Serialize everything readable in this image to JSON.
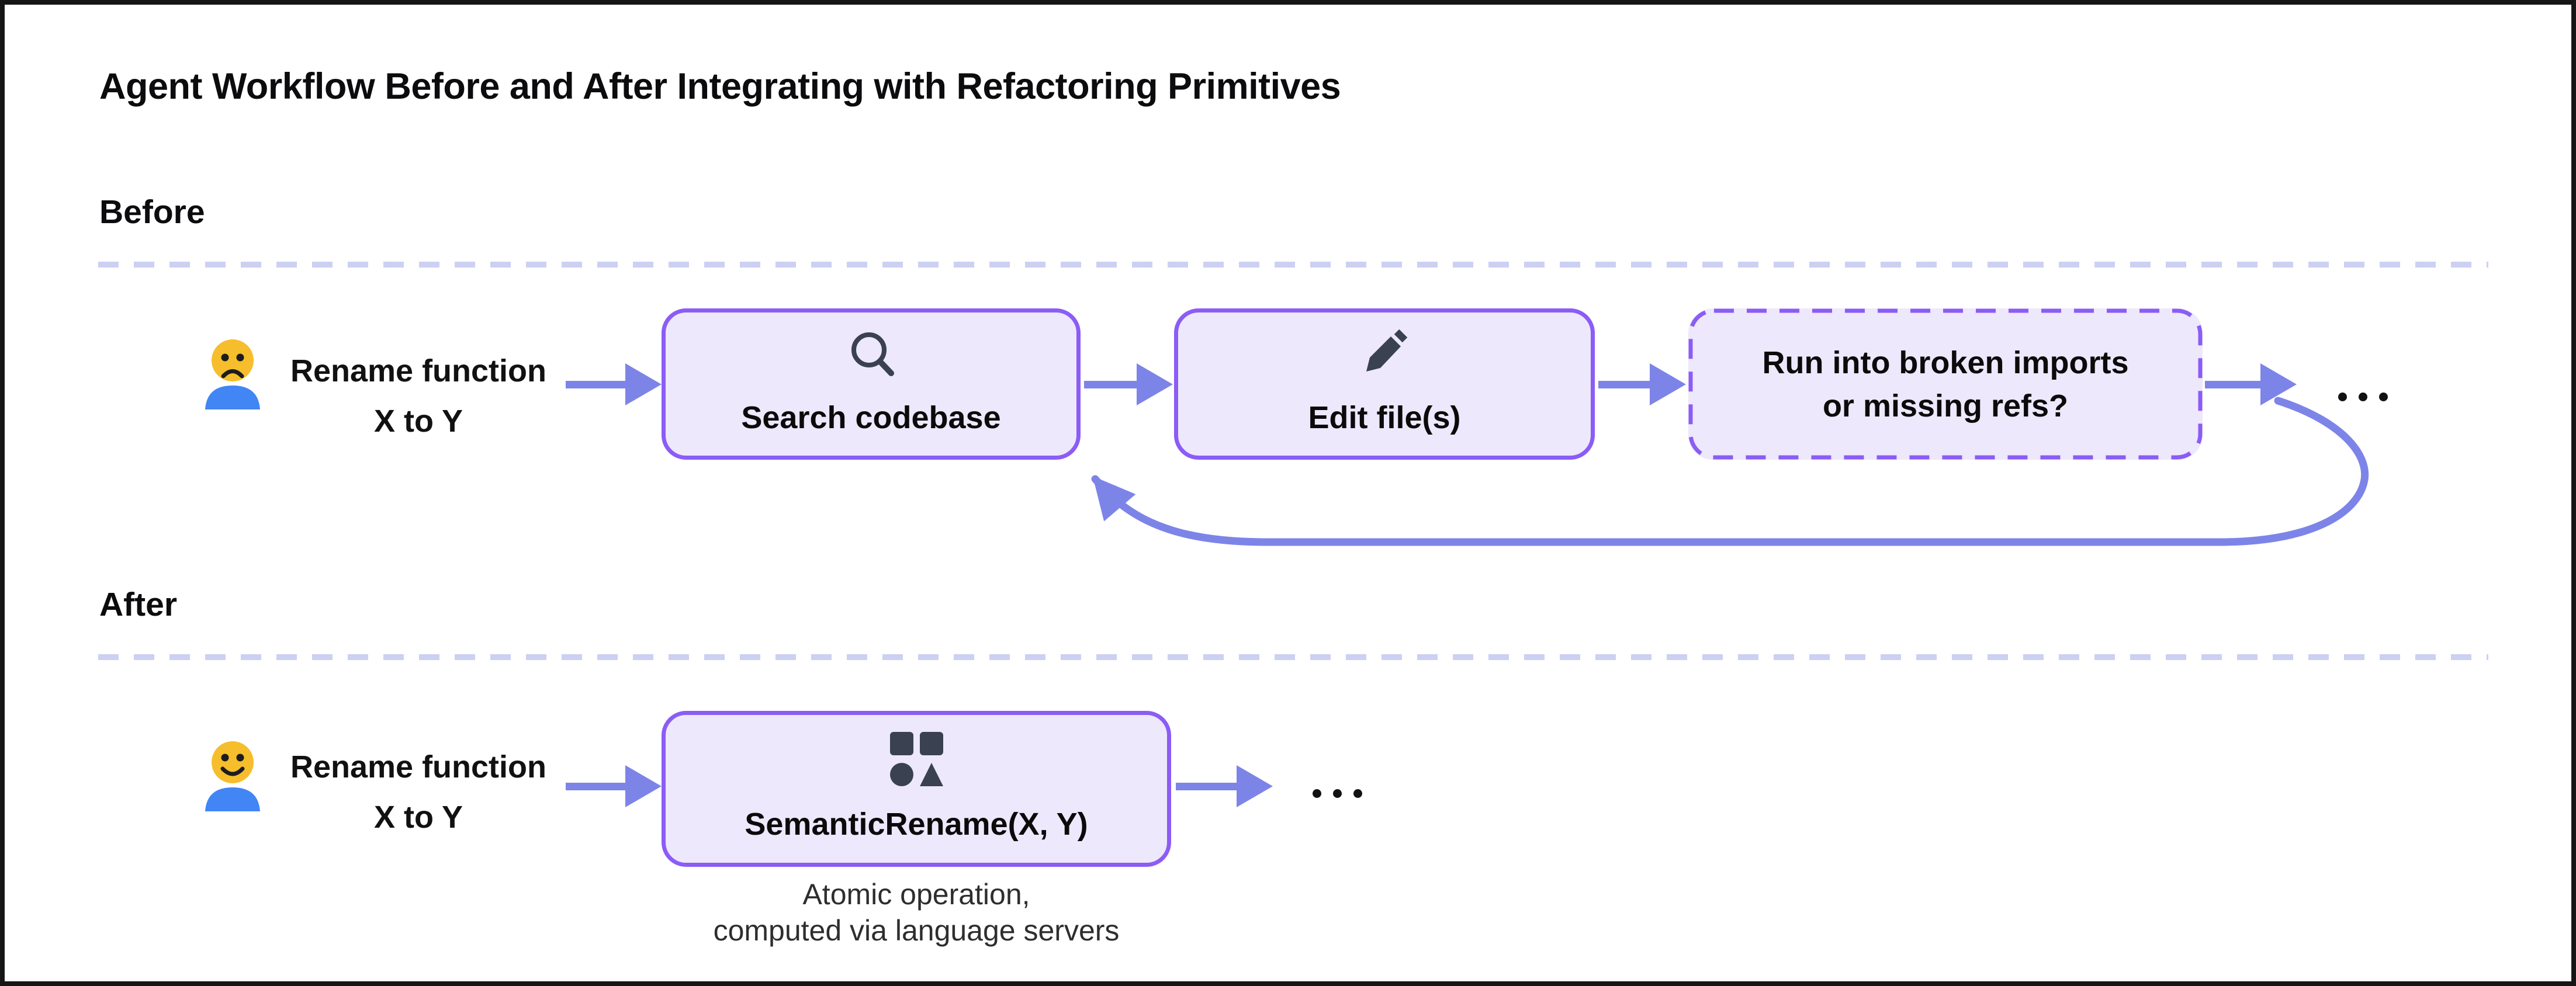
{
  "title": "Agent Workflow Before and After Integrating with Refactoring Primitives",
  "colors": {
    "accent_purple": "#8b5cf6",
    "arrow_purple": "#7d84e8",
    "box_fill": "#ede8fb",
    "divider_lavender": "#ccd0f2",
    "icon_slate": "#3a4150",
    "face_yellow": "#f6be2c",
    "body_blue": "#4285f4",
    "text_black": "#111111",
    "caption_gray": "#2e2e2e",
    "frame_black": "#161616"
  },
  "before": {
    "heading": "Before",
    "actor": {
      "icon": "sad-person-icon",
      "label_line1": "Rename function",
      "label_line2": "X to Y"
    },
    "steps": [
      {
        "icon": "search-icon",
        "label": "Search codebase",
        "style": "solid"
      },
      {
        "icon": "pencil-icon",
        "label": "Edit file(s)",
        "style": "solid"
      },
      {
        "label_line1": "Run into broken imports",
        "label_line2": "or missing refs?",
        "style": "dashed"
      }
    ],
    "ellipsis": "...",
    "loop": "loop back from ellipsis to Search codebase"
  },
  "after": {
    "heading": "After",
    "actor": {
      "icon": "happy-person-icon",
      "label_line1": "Rename function",
      "label_line2": "X to Y"
    },
    "steps": [
      {
        "icon": "shapes-icon",
        "label": "SemanticRename(X, Y)",
        "style": "solid"
      }
    ],
    "ellipsis": "...",
    "caption_line1": "Atomic operation,",
    "caption_line2": "computed via language servers"
  }
}
